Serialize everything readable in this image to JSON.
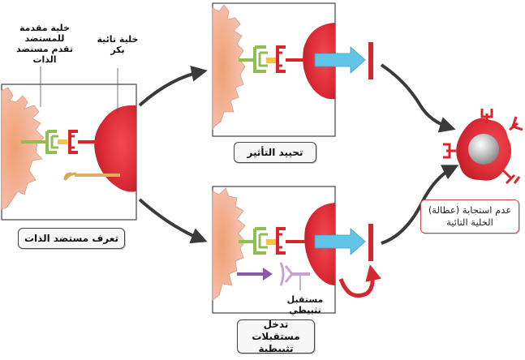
{
  "labels": {
    "apc": "خلية مقدمة للمستضد تقدم مستضد الذات",
    "naive_t": "خلية تائية بكر",
    "inhibitory_receptor": "مستقبل تثبيطي"
  },
  "captions": {
    "self_recognition": "تعرف مستضد الذات",
    "neutralization": "تحييد التأثير",
    "inhibitory_engagement": "تدخل مستقبلات تثبيطية",
    "anergy": "عدم استجابة (عطالة) الخلية التائية"
  },
  "colors": {
    "apc": "#f2b49c",
    "apc_center": "#f0a070",
    "t_cell": "#e0303c",
    "mhc": "#8fbf50",
    "tcr": "#d8242c",
    "antigen": "#f2c44a",
    "signal_arrow": "#62c4e6",
    "block_bar": "#d42830",
    "inhibitory_ligand": "#8a5aa8",
    "inhibitory_receptor": "#c8a0d8",
    "flow_arrow": "#3a3a3a"
  },
  "icons": [
    "signal-arrow-icon",
    "block-bar-icon",
    "curved-arrow-icon"
  ]
}
